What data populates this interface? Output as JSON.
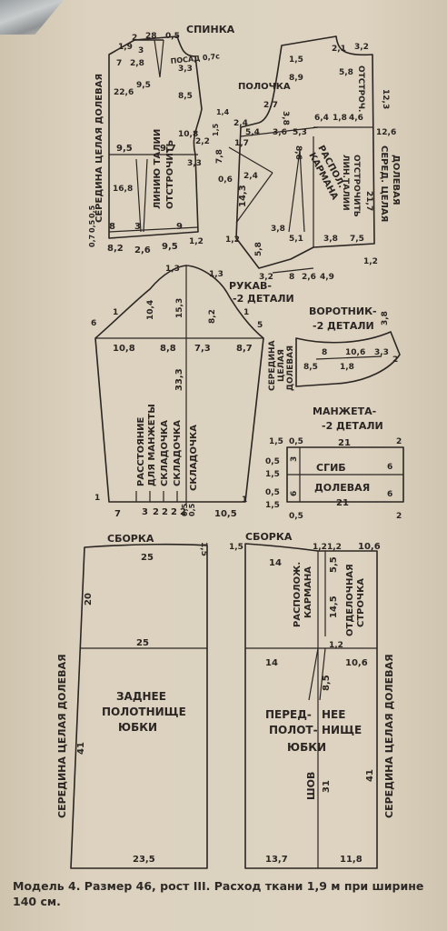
{
  "back": {
    "title": "СПИНКА",
    "neckline": "ПОСАД 0,7с",
    "center_label": "СЕРЕДИНА ЦЕЛАЯ ДОЛЕВАЯ",
    "dart_label_1": "ЛИНИЮ ТАЛИИ",
    "dart_label_2": "ОТСТРОЧИТЬ",
    "dims": [
      "1,9",
      "2",
      "28",
      "0,5",
      "3",
      "7",
      "2,8",
      "9,5",
      "3,3",
      "22,6",
      "8,5",
      "10,8",
      "2,2",
      "9,5",
      "9,7",
      "3,3",
      "16,8",
      "8",
      "3",
      "9",
      "8,2",
      "2,6",
      "9,5",
      "0,7",
      "0,5",
      "1,2",
      "0,5"
    ]
  },
  "front": {
    "title": "ПОЛОЧКА",
    "pocket_1": "РАСПОЛ.",
    "pocket_2": "КАРМАНА",
    "dart_label_1": "ЛИН.ТАЛИИ",
    "dart_label_2": "ОТСТРОЧИТЬ",
    "hem_label": "ОТСТРОЧ.",
    "center_label_1": "СЕРЕД. ЦЕЛАЯ",
    "center_label_2": "ДОЛЕВАЯ",
    "dims": [
      "2,1",
      "3,2",
      "1,5",
      "8,9",
      "5,8",
      "12,3",
      "1,4",
      "2,7",
      "3,8",
      "6,4",
      "1,8",
      "4,6",
      "12,6",
      "2,4",
      "5,4",
      "3,6",
      "5,3",
      "1,7",
      "1,5",
      "7,8",
      "8,6",
      "2,4",
      "0,6",
      "14,3",
      "21,7",
      "1,2",
      "3,8",
      "5,1",
      "3,8",
      "7,5",
      "5,8",
      "1,2",
      "3,2",
      "8",
      "2,6",
      "4,9"
    ]
  },
  "sleeve": {
    "title_1": "РУКАВ-",
    "title_2": "-2 ДЕТАЛИ",
    "label_1": "РАССТОЯНИЕ",
    "label_2": "ДЛЯ МАНЖЕТЫ",
    "label_3": "СКЛАДОЧКА",
    "label_4": "СКЛАДОЧКА",
    "label_5": "СКЛАДОЧКА",
    "dims": [
      "1,3",
      "1,3",
      "6",
      "1",
      "10,4",
      "15,3",
      "8,2",
      "1",
      "5",
      "10,8",
      "8,8",
      "7,3",
      "8,7",
      "33,3",
      "1",
      "7",
      "3",
      "2",
      "2",
      "2",
      "2",
      "10,5",
      "1",
      "0,5",
      "0,5"
    ]
  },
  "collar": {
    "title_1": "ВОРОТНИК-",
    "title_2": "-2 ДЕТАЛИ",
    "side_label_1": "СЕРЕДИНА",
    "side_label_2": "ЦЕЛАЯ",
    "side_label_3": "ДОЛЕВАЯ",
    "dims": [
      "3,8",
      "8",
      "10,6",
      "3,3",
      "2",
      "8,5",
      "1,8"
    ]
  },
  "cuff": {
    "title_1": "МАНЖЕТА-",
    "title_2": "-2 ДЕТАЛИ",
    "fold_label": "СГИБ",
    "grain_label": "ДОЛЕВАЯ",
    "dims": [
      "1,5",
      "0,5",
      "21",
      "2",
      "0,5",
      "3",
      "1,5",
      "6",
      "21",
      "0,5",
      "1,5",
      "0,5",
      "2",
      "6",
      "6"
    ]
  },
  "back_skirt": {
    "gather": "СБОРКА",
    "title_1": "ЗАДНЕЕ",
    "title_2": "ПОЛОТНИЩЕ",
    "title_3": "ЮБКИ",
    "center_label": "СЕРЕДИНА ЦЕЛАЯ ДОЛЕВАЯ",
    "dims": [
      "25",
      "1,5",
      "20",
      "25",
      "41",
      "23,5"
    ]
  },
  "front_skirt": {
    "gather": "СБОРКА",
    "pocket_1": "РАСПОЛОЖ.",
    "pocket_2": "КАРМАНА",
    "stitch_1": "ОТДЕЛОЧНАЯ",
    "stitch_2": "СТРОЧКА",
    "title_1": "ПЕРЕД-",
    "title_2": "НЕЕ",
    "title_3": "ПОЛОТ-",
    "title_4": "НИЩЕ",
    "title_5": "ЮБКИ",
    "seam": "ШОВ",
    "center_label": "СЕРЕДИНА ЦЕЛАЯ ДОЛЕВАЯ",
    "dims": [
      "1,5",
      "1,2",
      "1,2",
      "10,6",
      "14",
      "5,5",
      "14,5",
      "1,2",
      "14",
      "10,6",
      "8,5",
      "31",
      "41",
      "13,7",
      "11,8"
    ]
  },
  "caption": "Модель 4. Размер 46, рост III. Расход ткани 1,9 м при ширине 140 см.",
  "colors": {
    "paper": "#dcd2bf",
    "ink": "#2b2623"
  }
}
